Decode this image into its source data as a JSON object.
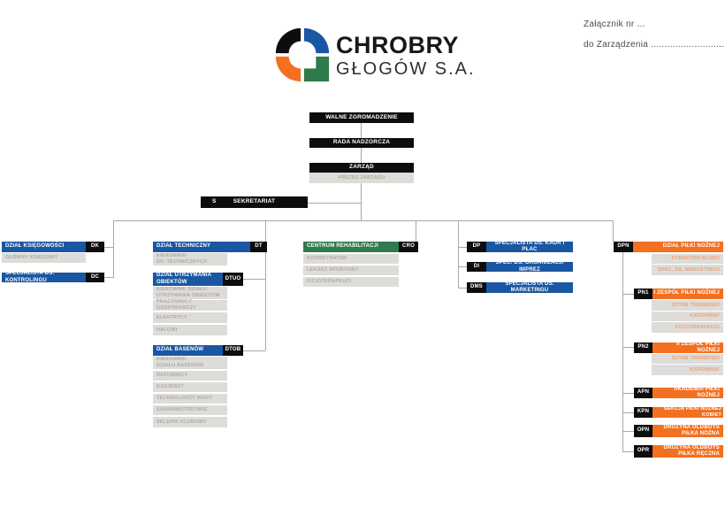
{
  "header": {
    "brand_title": "CHROBRY",
    "brand_subtitle": "GŁOGÓW S.A.",
    "attachment_line1": "Załącznik nr ...",
    "attachment_line2": "do Zarządzenia ..........................."
  },
  "colors": {
    "blue": "#1a57a3",
    "green": "#2e7b4b",
    "orange": "#f37021",
    "black": "#0d0d0d",
    "gray_box": "#dedcd8",
    "gray_text": "#aeaba6",
    "orange_muted_text": "#eda276",
    "connector_line": "#a8a8a8"
  },
  "top_chain": {
    "walne_zgromadzenie": "WALNE ZGROMADZENIE",
    "rada_nadzorcza": "RADA NADZORCZA",
    "zarzad": "ZARZĄD",
    "prezes_zarzadu": "PREZES ZARZĄDU",
    "sekretariat_code": "S",
    "sekretariat_label": "SEKRETARIAT"
  },
  "accounting": {
    "dzial_ksiegowosci": {
      "label": "DZIAŁ KSIĘGOWOŚCI",
      "code": "DK",
      "rows": [
        "GŁÓWNY KSIĘGOWY"
      ]
    },
    "kontroling": {
      "label": "SPECJALISTA DS. KONTROLINGU",
      "code": "DC"
    }
  },
  "technical": {
    "dzial_techniczny": {
      "label": "DZIAŁ TECHNICZNY",
      "code": "DT",
      "rows": [
        "KIEROWNIK\nDS. TECHNICZNYCH"
      ]
    },
    "utrzymanie_obiektow": {
      "label": "DZIAŁ UTRZYMANIA\nOBIEKTÓW",
      "code": "DTUO",
      "rows": [
        "KIEROWNIK DZIAŁU\nUTRZYMANIA OBIEKTÓW",
        "PRACOWNICY GOSPODARCZY",
        "ELEKTRYCY",
        "HALOWI"
      ]
    },
    "dzial_basenow": {
      "label": "DZIAŁ BASENÓW",
      "code": "DTOB",
      "rows": [
        "KIEROWNIK\nDZIAŁU BASENÓW",
        "RATOWNICY",
        "KASJERZY",
        "TECHNOLODZY WODY",
        "SAUNAMISTRZOWIE",
        "SKLEPIK KLUBOWY"
      ]
    }
  },
  "rehabilitation": {
    "centrum": {
      "label": "CENTRUM REHABILITACJI",
      "code": "CRO",
      "rows": [
        "KOORDYNATOR",
        "LEKARZ SPORTOWY",
        "FIZJOTERAPEUCI"
      ]
    }
  },
  "specialists": [
    {
      "code": "DP",
      "label": "SPECJALISTA DS. KADR I PŁAC"
    },
    {
      "code": "DI",
      "label": "SPEC. DS. ORGANIZACJI IMPREZ"
    },
    {
      "code": "DMS",
      "label": "SPECJALISTA DS. MARKETINGU"
    }
  ],
  "football": {
    "dzial_pilki_noznej": {
      "code": "DPN",
      "label": "DZIAŁ PIŁKI NOŻNEJ",
      "rows": [
        "DYREKTOR KLUBU",
        "SPEC. DS. MARKETINGU"
      ]
    },
    "pn1": {
      "code": "PN1",
      "label": "I ZESPÓŁ PIŁKI NOŻNEJ",
      "rows": [
        "SZTAB TRENERSKI",
        "KIEROWNIK",
        "FIZJOTERAPEUCI"
      ]
    },
    "pn2": {
      "code": "PN2",
      "label": "II ZESPÓŁ PIŁKI NOŻNEJ",
      "rows": [
        "SZTAB TRENERSKI",
        "KIEROWNIK"
      ]
    },
    "apn": {
      "code": "APN",
      "label": "AKADEMIA PIŁKI NOŻNEJ"
    },
    "kpn": {
      "code": "KPN",
      "label": "SEKCJA PIŁKI NOŻNEJ KOBIET"
    },
    "opn": {
      "code": "OPN",
      "label": "DRUŻYNA OLDBOYS\nPIŁKA NOŻNA"
    },
    "opr": {
      "code": "OPR",
      "label": "DRUŻYNA OLDBOYS\nPIŁKA RĘCZNA"
    }
  }
}
